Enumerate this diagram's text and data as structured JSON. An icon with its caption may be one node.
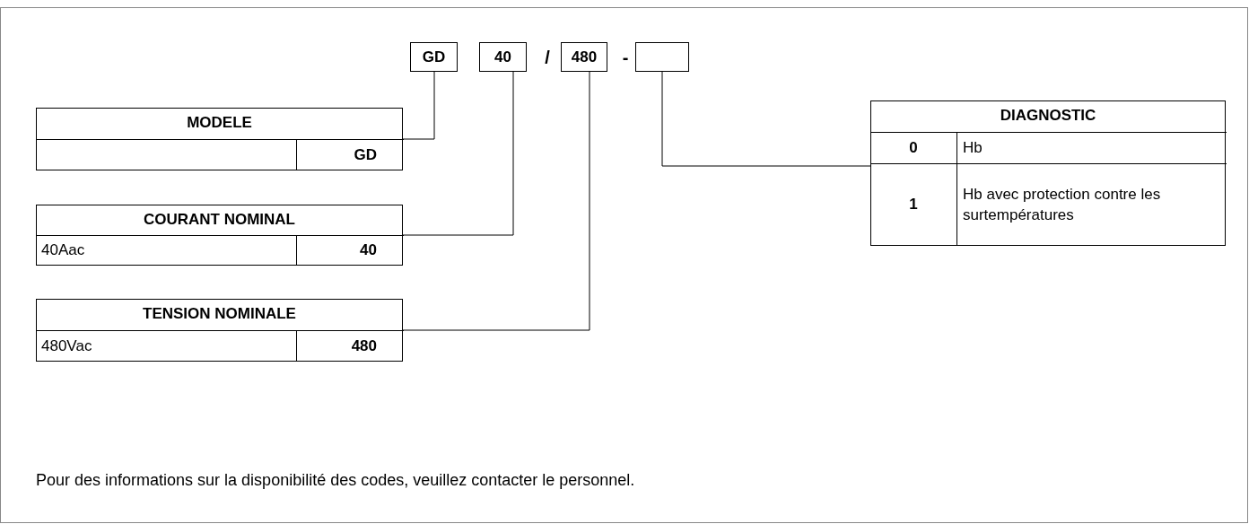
{
  "diagram": {
    "nodes": [
      {
        "text": [
          "GD"
        ]
      },
      {
        "text": [
          "40"
        ]
      },
      {
        "text": [
          "480"
        ]
      },
      {
        "text": [],
        "shape": "box"
      },
      {
        "text": [
          "MODELE",
          "GD"
        ]
      },
      {
        "text": [
          "COURANT NOMINAL",
          "40Aac",
          "40"
        ]
      },
      {
        "text": [
          "TENSION NOMINALE",
          "480Vac",
          "480"
        ]
      },
      {
        "text": [
          "DIAGNOSTIC",
          "0",
          "Hb",
          "1",
          "Hb avec protection contre les surtempératures"
        ]
      }
    ],
    "edges": [
      {
        "from": 0,
        "to": 4,
        "arrow": "none"
      },
      {
        "from": 1,
        "to": 5,
        "arrow": "none"
      },
      {
        "from": 2,
        "to": 6,
        "arrow": "none"
      },
      {
        "from": 3,
        "to": 7,
        "arrow": "none"
      }
    ],
    "labels": [
      "/",
      "-",
      "Pour des informations sur la disponibilité des codes, veuillez contacter le personnel."
    ]
  }
}
